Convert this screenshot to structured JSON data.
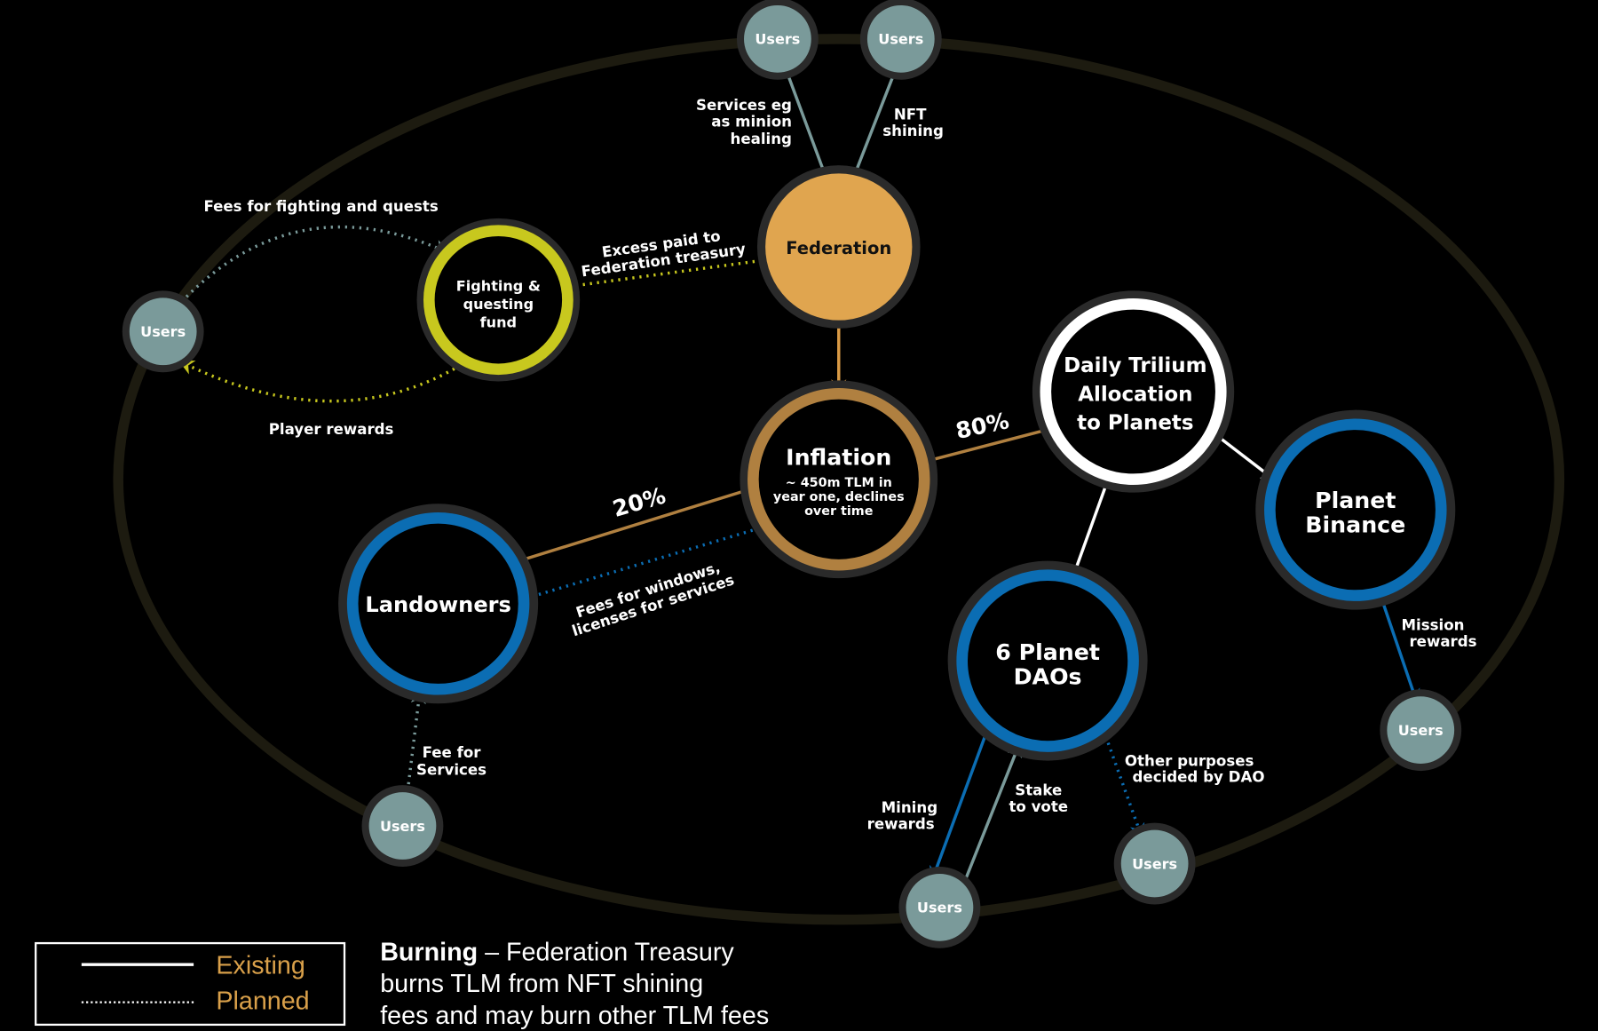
{
  "nodes": {
    "users": "Users",
    "federation": "Federation",
    "fighting": [
      "Fighting &",
      "questing",
      "fund"
    ],
    "inflation": {
      "title": "Inflation",
      "sub": [
        "~ 450m TLM in",
        "year one, declines",
        "over time"
      ]
    },
    "daily": [
      "Daily Trilium",
      "Allocation",
      "to Planets"
    ],
    "binance": [
      "Planet",
      "Binance"
    ],
    "landowners": "Landowners",
    "daos": [
      "6 Planet",
      "DAOs"
    ]
  },
  "labels": {
    "services": [
      "Services eg",
      "as minion",
      "healing"
    ],
    "nft": [
      "NFT",
      "shining"
    ],
    "fees_fighting": "Fees for fighting and quests",
    "player_rewards": "Player rewards",
    "excess": [
      "Excess paid to",
      "Federation treasury"
    ],
    "pct80": "80%",
    "pct20": "20%",
    "fees_windows": [
      "Fees for windows,",
      "licenses for services"
    ],
    "fee_services": [
      "Fee for",
      "Services"
    ],
    "mining": [
      "Mining",
      "rewards"
    ],
    "stake": [
      "Stake",
      "to vote"
    ],
    "other": [
      "Other  purposes",
      "decided by DAO"
    ],
    "mission": [
      "Mission",
      "rewards"
    ]
  },
  "legend": {
    "existing": "Existing",
    "planned": "Planned"
  },
  "burning": {
    "bold": "Burning",
    "line1": " – Federation Treasury",
    "line2": "burns TLM from NFT shining",
    "line3": "fees and may burn other TLM fees"
  },
  "colors": {
    "federation": "#e0a54f",
    "inflation": "#b08040",
    "fighting": "#c8c81e",
    "blue": "#0b6db3",
    "users": "#7a9a9a",
    "legend_text": "#d9a04a"
  }
}
